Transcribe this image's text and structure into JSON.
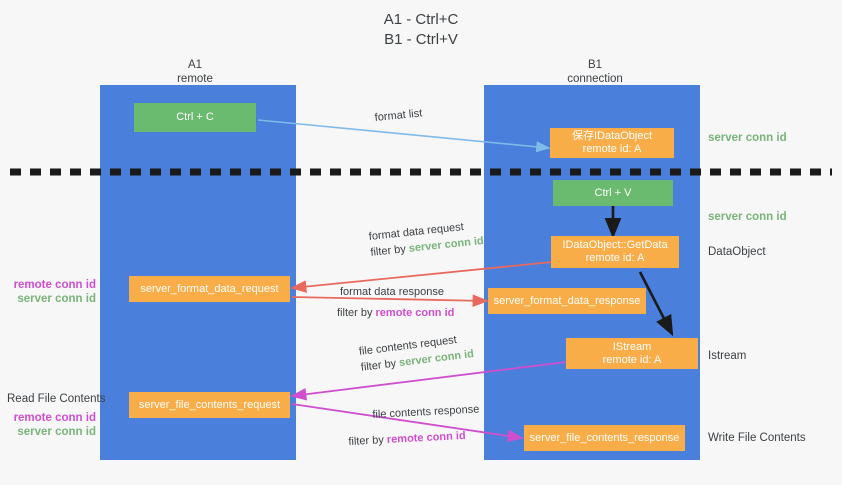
{
  "title": {
    "line1": "A1 - Ctrl+C",
    "line2": "B1 - Ctrl+V"
  },
  "lanes": [
    {
      "id": "a1",
      "name": "A1",
      "subtitle": "remote"
    },
    {
      "id": "b1",
      "name": "B1",
      "subtitle": "connection"
    }
  ],
  "boxes": {
    "ctrl_c": {
      "line1": "Ctrl + C",
      "color": "#6aba6f"
    },
    "ctrl_v": {
      "line1": "Ctrl + V",
      "color": "#6aba6f"
    },
    "idataobject": {
      "line1": "保存IDataObject",
      "line2": "remote id: A",
      "color": "#f9ad48"
    },
    "getdata": {
      "line1": "IDataObject::GetData",
      "line2": "remote id: A",
      "color": "#f9ad48"
    },
    "istream": {
      "line1": "IStream",
      "line2": "remote id: A",
      "color": "#f9ad48"
    },
    "fmt_req": {
      "line1": "server_format_data_request",
      "color": "#f9ad48"
    },
    "fmt_resp": {
      "line1": "server_format_data_response",
      "color": "#f9ad48"
    },
    "file_req": {
      "line1": "server_file_contents_request",
      "color": "#f9ad48"
    },
    "file_resp": {
      "line1": "server_file_contents_response",
      "color": "#f9ad48"
    }
  },
  "right_labels": {
    "server_conn_id_top": "server conn id",
    "server_conn_id_mid": "server conn id",
    "dataobject": "DataObject",
    "istream": "Istream",
    "write_file_contents": "Write File Contents"
  },
  "left_labels": {
    "remote_conn_id_1": "remote conn id",
    "server_conn_id_1": "server conn id",
    "read_file_contents": "Read File Contents",
    "remote_conn_id_2": "remote conn id",
    "server_conn_id_2": "server conn id"
  },
  "flows": {
    "format_list": {
      "label": "format list"
    },
    "format_data_request": {
      "label": "format data request",
      "filter_prefix": "filter by ",
      "filter_value": "server conn id"
    },
    "format_data_response": {
      "label": "format data response",
      "filter_prefix": "filter by ",
      "filter_value": "remote conn id"
    },
    "file_contents_request": {
      "label": "file contents request",
      "filter_prefix": "filter by ",
      "filter_value": "server conn id"
    },
    "file_contents_response": {
      "label": "file contents response",
      "filter_prefix": "filter by ",
      "filter_value": "remote conn id"
    }
  },
  "colors": {
    "lane": "#4a7fdb",
    "green_box": "#6aba6f",
    "orange_box": "#f9ad48",
    "server_conn": "#79b479",
    "remote_conn": "#cf4fcf",
    "arrow_blue": "#7fbbe8",
    "arrow_red": "#e8695e",
    "arrow_magenta": "#cf4fcf",
    "arrow_black": "#1a1a1a",
    "background": "#f7f7f7"
  }
}
